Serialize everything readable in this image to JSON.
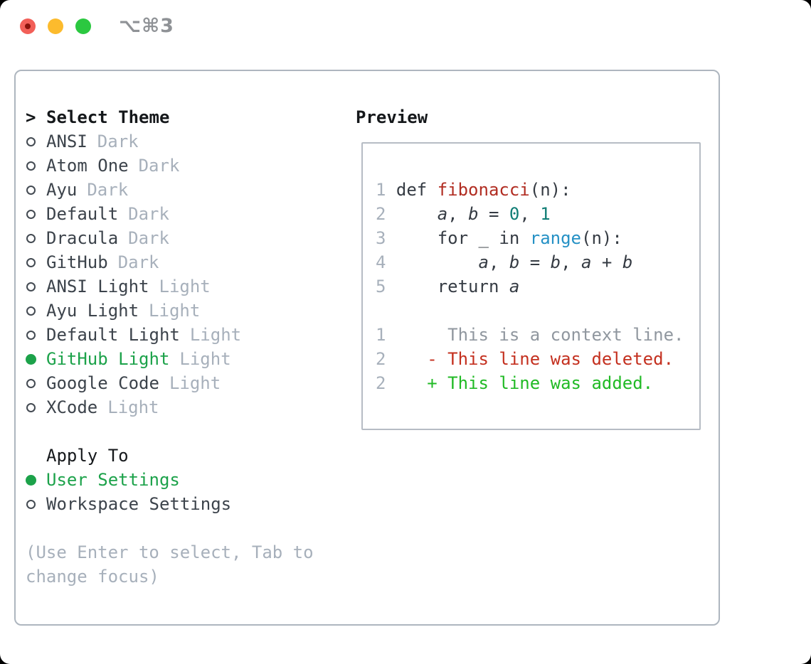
{
  "window": {
    "title": "⌥⌘3"
  },
  "colors": {
    "selection_green": "#1ca24a",
    "added_green": "#21ba25",
    "deleted_red": "#c4301f",
    "function_red": "#b12d22",
    "number_teal": "#107d75",
    "call_blue": "#2591c5",
    "traffic_red": "#f25f58",
    "traffic_yellow": "#fcbb2d",
    "traffic_green": "#2bc840"
  },
  "theme_picker": {
    "header": {
      "prefix": ">",
      "label": "Select Theme"
    },
    "items": [
      {
        "name": "ANSI",
        "variant": "Dark",
        "selected": false
      },
      {
        "name": "Atom One",
        "variant": "Dark",
        "selected": false
      },
      {
        "name": "Ayu",
        "variant": "Dark",
        "selected": false
      },
      {
        "name": "Default",
        "variant": "Dark",
        "selected": false
      },
      {
        "name": "Dracula",
        "variant": "Dark",
        "selected": false
      },
      {
        "name": "GitHub",
        "variant": "Dark",
        "selected": false
      },
      {
        "name": "ANSI Light",
        "variant": "Light",
        "selected": false
      },
      {
        "name": "Ayu Light",
        "variant": "Light",
        "selected": false
      },
      {
        "name": "Default Light",
        "variant": "Light",
        "selected": false
      },
      {
        "name": "GitHub Light",
        "variant": "Light",
        "selected": true
      },
      {
        "name": "Google Code",
        "variant": "Light",
        "selected": false
      },
      {
        "name": "XCode",
        "variant": "Light",
        "selected": false
      }
    ],
    "apply_to": {
      "label": "Apply To",
      "options": [
        {
          "name": "User Settings",
          "selected": true
        },
        {
          "name": "Workspace Settings",
          "selected": false
        }
      ]
    },
    "help_lines": [
      "(Use Enter to select, Tab to",
      "change focus)"
    ]
  },
  "preview": {
    "title": "Preview",
    "lines": [
      [
        {
          "t": "ln",
          "s": "1 "
        },
        {
          "t": "code",
          "s": "def "
        },
        {
          "t": "fn",
          "s": "fibonacci"
        },
        {
          "t": "code",
          "s": "(n):"
        }
      ],
      [
        {
          "t": "ln",
          "s": "2 "
        },
        {
          "t": "code",
          "s": "    "
        },
        {
          "t": "var",
          "s": "a"
        },
        {
          "t": "code",
          "s": ", "
        },
        {
          "t": "var",
          "s": "b"
        },
        {
          "t": "code",
          "s": " = "
        },
        {
          "t": "num",
          "s": "0"
        },
        {
          "t": "code",
          "s": ", "
        },
        {
          "t": "num",
          "s": "1"
        }
      ],
      [
        {
          "t": "ln",
          "s": "3 "
        },
        {
          "t": "code",
          "s": "    for _ in "
        },
        {
          "t": "call",
          "s": "range"
        },
        {
          "t": "code",
          "s": "(n):"
        }
      ],
      [
        {
          "t": "ln",
          "s": "4 "
        },
        {
          "t": "code",
          "s": "        "
        },
        {
          "t": "var",
          "s": "a"
        },
        {
          "t": "code",
          "s": ", "
        },
        {
          "t": "var",
          "s": "b"
        },
        {
          "t": "code",
          "s": " = "
        },
        {
          "t": "var",
          "s": "b"
        },
        {
          "t": "code",
          "s": ", "
        },
        {
          "t": "var",
          "s": "a"
        },
        {
          "t": "code",
          "s": " + "
        },
        {
          "t": "var",
          "s": "b"
        }
      ],
      [
        {
          "t": "ln",
          "s": "5 "
        },
        {
          "t": "code",
          "s": "    return "
        },
        {
          "t": "var",
          "s": "a"
        }
      ],
      [],
      [
        {
          "t": "ln",
          "s": "1"
        },
        {
          "t": "ctx",
          "s": "      This is a context line."
        }
      ],
      [
        {
          "t": "ln",
          "s": "2"
        },
        {
          "t": "del",
          "s": "    - This line was deleted."
        }
      ],
      [
        {
          "t": "ln",
          "s": "2"
        },
        {
          "t": "add",
          "s": "    + This line was added."
        }
      ]
    ]
  }
}
